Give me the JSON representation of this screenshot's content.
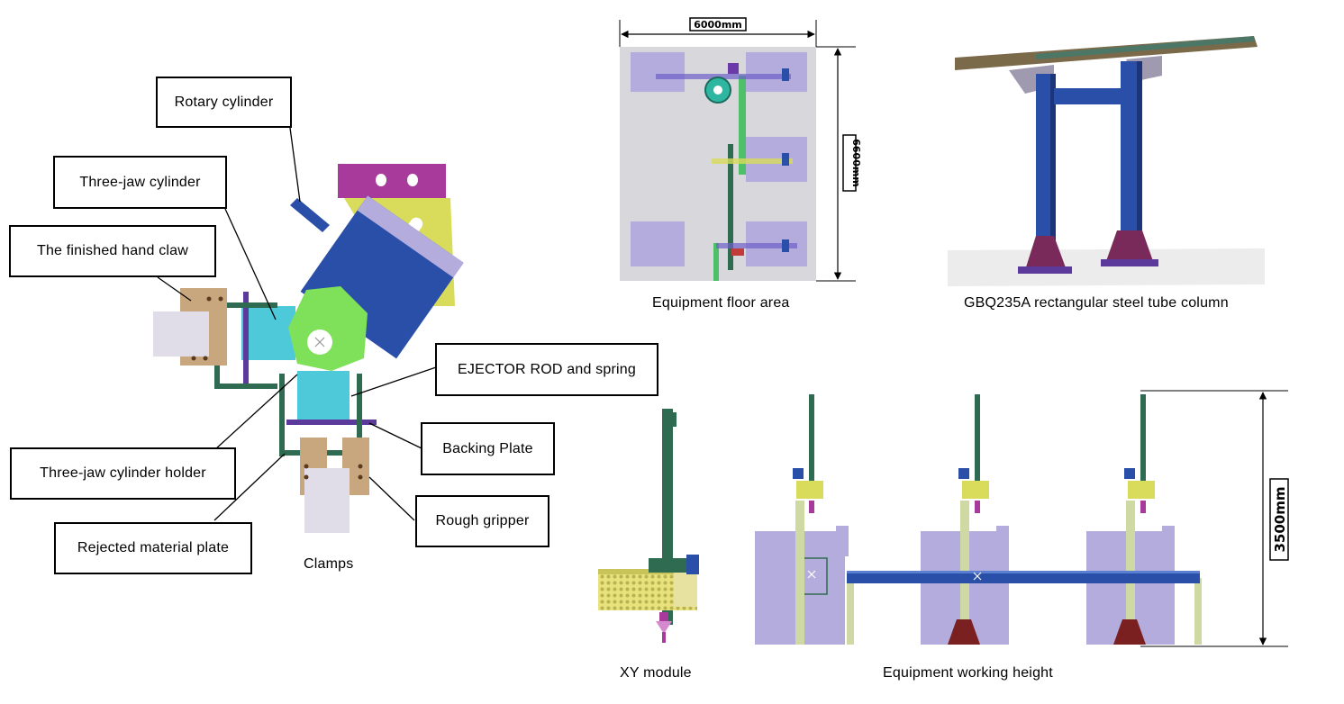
{
  "callouts": {
    "rotary_cylinder": "Rotary cylinder",
    "three_jaw_cylinder": "Three-jaw cylinder",
    "finished_hand_claw": "The finished hand claw",
    "ejector_rod_spring": "EJECTOR ROD and spring",
    "backing_plate": "Backing Plate",
    "three_jaw_cylinder_holder": "Three-jaw cylinder holder",
    "rough_gripper": "Rough gripper",
    "rejected_material_plate": "Rejected material plate"
  },
  "captions": {
    "clamps": "Clamps",
    "floor_area": "Equipment floor area",
    "steel_column": "GBQ235A rectangular steel tube column",
    "xy_module": "XY module",
    "working_height": "Equipment working height"
  },
  "dimensions": {
    "floor_width": "6000mm",
    "floor_depth": "6600mm",
    "working_height": "3500mm"
  },
  "colors": {
    "navy": "#2a4fa8",
    "green": "#2e6b50",
    "cyan": "#4ec9d9",
    "lime": "#7fe05a",
    "yellow": "#d8dc5a",
    "lavender": "#b3acdc",
    "magenta": "#a83a9c",
    "tan": "#c8a67e",
    "maroon": "#7a2020"
  }
}
